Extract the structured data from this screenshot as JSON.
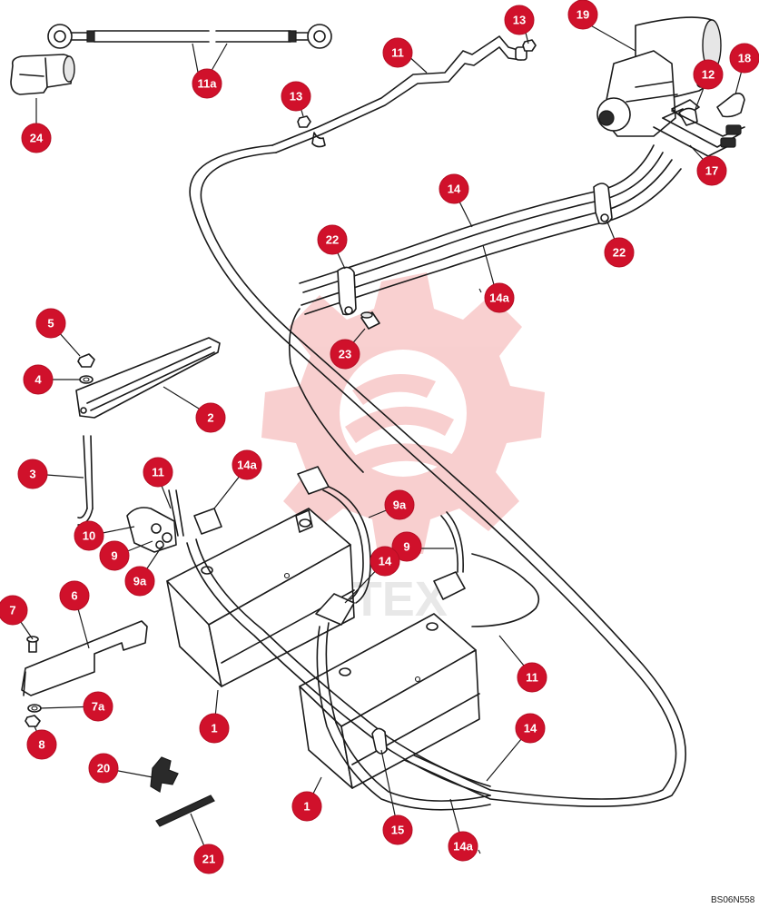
{
  "figure": {
    "code": "BS06N558",
    "watermark_text": "ИНТЕХ",
    "watermark_color": "#f7c9c9",
    "callout_color": "#d0112b"
  },
  "callouts": [
    {
      "id": "c-11a",
      "label": "11a"
    },
    {
      "id": "c-24",
      "label": "24"
    },
    {
      "id": "c-13-top",
      "label": "13"
    },
    {
      "id": "c-11-top",
      "label": "11"
    },
    {
      "id": "c-13-left",
      "label": "13"
    },
    {
      "id": "c-19",
      "label": "19"
    },
    {
      "id": "c-12",
      "label": "12"
    },
    {
      "id": "c-18",
      "label": "18"
    },
    {
      "id": "c-17",
      "label": "17"
    },
    {
      "id": "c-14-top",
      "label": "14"
    },
    {
      "id": "c-22-left",
      "label": "22"
    },
    {
      "id": "c-22-right",
      "label": "22"
    },
    {
      "id": "c-14a-top",
      "label": "14a"
    },
    {
      "id": "c-23",
      "label": "23"
    },
    {
      "id": "c-5",
      "label": "5"
    },
    {
      "id": "c-4",
      "label": "4"
    },
    {
      "id": "c-2",
      "label": "2"
    },
    {
      "id": "c-3",
      "label": "3"
    },
    {
      "id": "c-11-mid",
      "label": "11"
    },
    {
      "id": "c-14a-mid",
      "label": "14a"
    },
    {
      "id": "c-9a-right",
      "label": "9a"
    },
    {
      "id": "c-10",
      "label": "10"
    },
    {
      "id": "c-9-left",
      "label": "9"
    },
    {
      "id": "c-9-right",
      "label": "9"
    },
    {
      "id": "c-9a-left",
      "label": "9a"
    },
    {
      "id": "c-14-mid",
      "label": "14"
    },
    {
      "id": "c-7",
      "label": "7"
    },
    {
      "id": "c-6",
      "label": "6"
    },
    {
      "id": "c-11-bottom",
      "label": "11"
    },
    {
      "id": "c-1-left",
      "label": "1"
    },
    {
      "id": "c-7a",
      "label": "7a"
    },
    {
      "id": "c-14-bottom",
      "label": "14"
    },
    {
      "id": "c-8",
      "label": "8"
    },
    {
      "id": "c-20",
      "label": "20"
    },
    {
      "id": "c-1-right",
      "label": "1"
    },
    {
      "id": "c-15",
      "label": "15"
    },
    {
      "id": "c-14a-bottom",
      "label": "14a"
    },
    {
      "id": "c-21",
      "label": "21"
    }
  ]
}
